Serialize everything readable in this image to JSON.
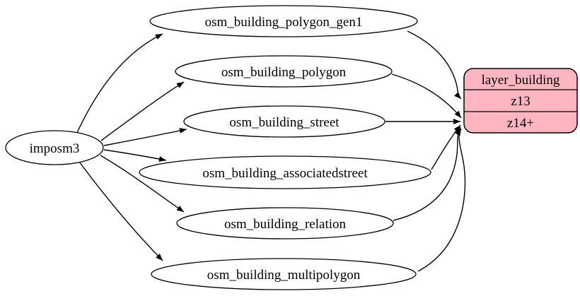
{
  "diagram": {
    "type": "etl-graph",
    "source_node": {
      "label": "imposm3"
    },
    "tables": [
      {
        "label": "osm_building_polygon_gen1",
        "source": "imposm3",
        "target_row": "z13"
      },
      {
        "label": "osm_building_polygon",
        "source": "imposm3",
        "target_row": "z14+"
      },
      {
        "label": "osm_building_street",
        "source": "imposm3",
        "target_row": "z14+"
      },
      {
        "label": "osm_building_associatedstreet",
        "source": "imposm3",
        "target_row": "z14+"
      },
      {
        "label": "osm_building_relation",
        "source": "imposm3",
        "target_row": "z14+"
      },
      {
        "label": "osm_building_multipolygon",
        "source": "imposm3",
        "target_row": "z14+"
      }
    ],
    "layer_node": {
      "title": "layer_building",
      "rows": [
        "z13",
        "z14+"
      ],
      "fill": "#ffb6c1",
      "stroke": "#000000"
    },
    "colors": {
      "background": "#ffffff",
      "edge": "#000000",
      "text": "#000000"
    }
  }
}
